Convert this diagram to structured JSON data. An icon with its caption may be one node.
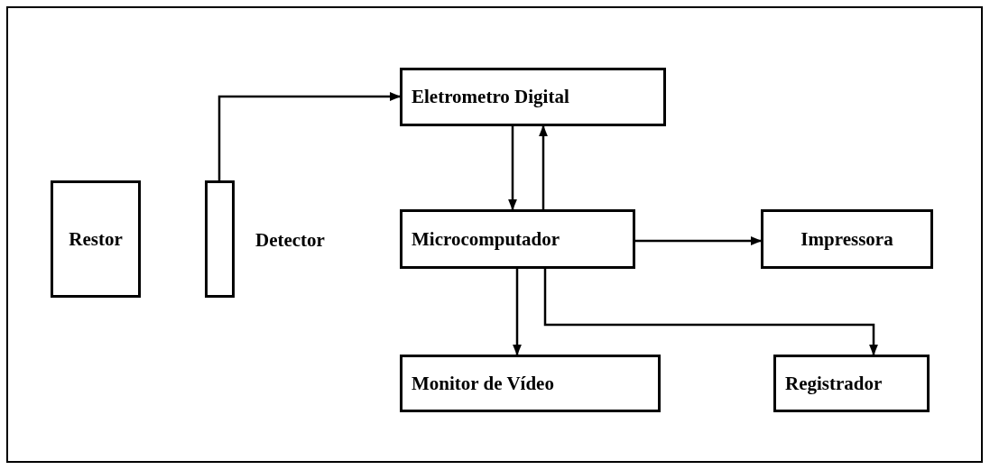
{
  "diagram": {
    "nodes": [
      {
        "text": [
          "Restor"
        ]
      },
      {
        "text": [],
        "shape": "bar",
        "beside": [
          "Detector"
        ]
      },
      {
        "text": [
          "Eletrometro Digital"
        ]
      },
      {
        "text": [
          "Microcomputador"
        ]
      },
      {
        "text": [
          "Impressora"
        ]
      },
      {
        "text": [
          "Monitor de Vídeo"
        ]
      },
      {
        "text": [
          "Registrador"
        ]
      }
    ],
    "edges": [
      {
        "from": 1,
        "to": 2,
        "arrow": "to"
      },
      {
        "from": 2,
        "to": 3,
        "arrow": "to"
      },
      {
        "from": 3,
        "to": 2,
        "arrow": "to"
      },
      {
        "from": 3,
        "to": 4,
        "arrow": "to"
      },
      {
        "from": 3,
        "to": 5,
        "arrow": "to"
      },
      {
        "from": 3,
        "to": 6,
        "arrow": "to"
      }
    ]
  }
}
